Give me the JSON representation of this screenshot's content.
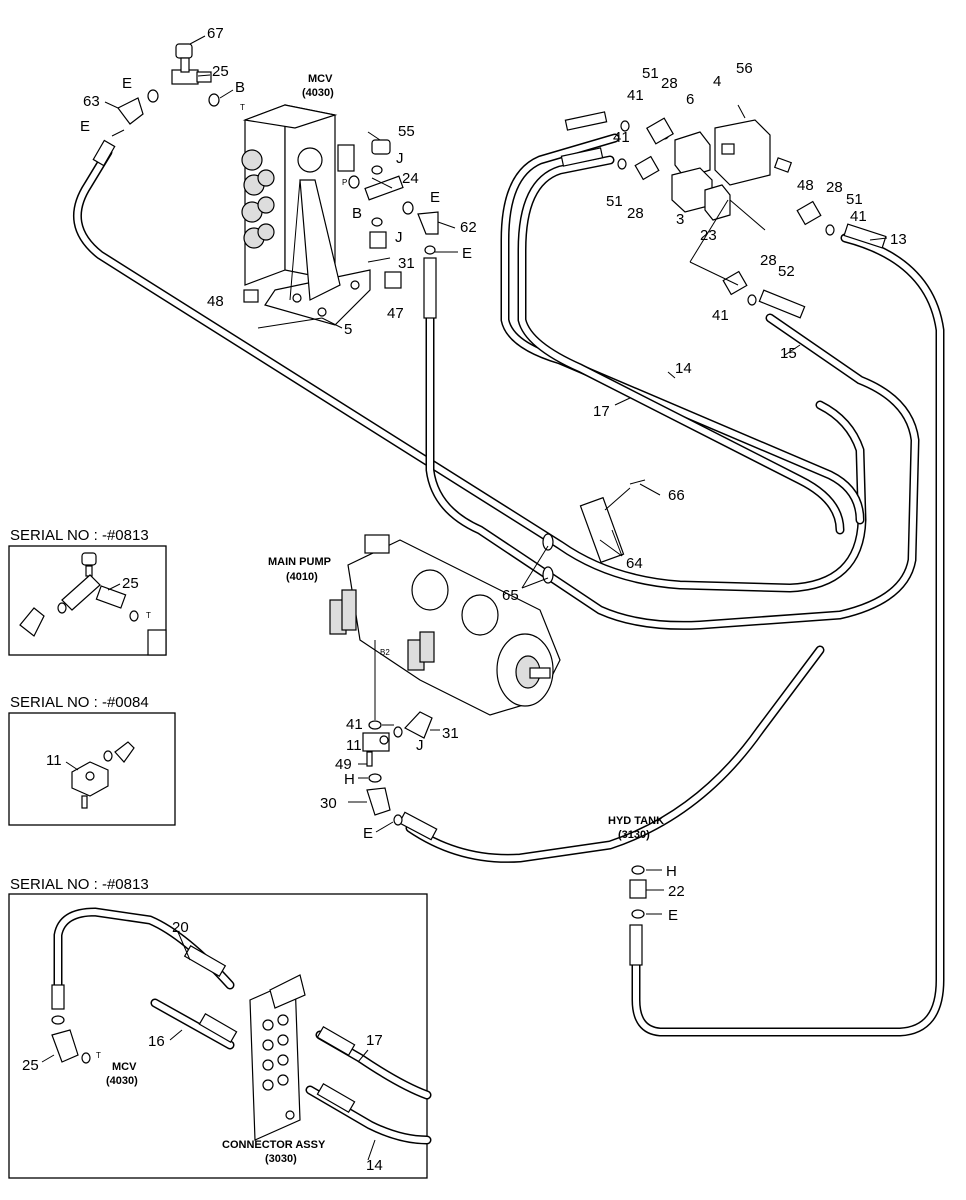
{
  "labels": {
    "mcv": "MCV",
    "mcv_code": "(4030)",
    "main_pump": "MAIN PUMP",
    "main_pump_code": "(4010)",
    "hyd_tank": "HYD TANK",
    "hyd_tank_code": "(3130)",
    "connector_assy": "CONNECTOR ASSY",
    "connector_assy_code": "(3030)",
    "port_b2": "B2",
    "port_t": "T",
    "port_p": "P"
  },
  "insets": {
    "inset1_serial": "SERIAL NO : -#0813",
    "inset2_serial": "SERIAL NO : -#0084",
    "inset3_serial": "SERIAL NO : -#0813"
  },
  "callouts": {
    "c67": "67",
    "c25": "25",
    "cE": "E",
    "cB": "B",
    "c63": "63",
    "c55": "55",
    "cJ": "J",
    "c24": "24",
    "c62": "62",
    "c31": "31",
    "c48": "48",
    "c47": "47",
    "c5": "5",
    "c51": "51",
    "c28": "28",
    "c41": "41",
    "c6": "6",
    "c4": "4",
    "c56": "56",
    "c3": "3",
    "c23": "23",
    "c52": "52",
    "c13": "13",
    "c15": "15",
    "c14": "14",
    "c17": "17",
    "c66": "66",
    "c64": "64",
    "c65": "65",
    "c11": "11",
    "c49": "49",
    "cH": "H",
    "c30": "30",
    "c22": "22",
    "c20": "20",
    "c16": "16"
  }
}
